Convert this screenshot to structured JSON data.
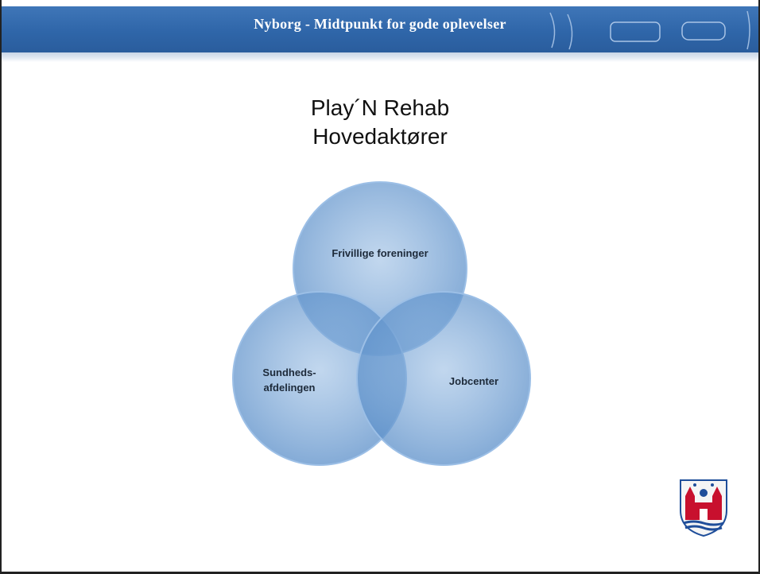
{
  "header": {
    "title": "Nyborg - Midtpunkt for gode oplevelser",
    "bar_color": "#2f66a9"
  },
  "slide": {
    "title_line1": "Play´N Rehab",
    "title_line2": "Hovedaktører"
  },
  "venn": {
    "circle_color": "#6b9bd1",
    "sets": [
      {
        "label_lines": [
          "Frivillige foreninger"
        ]
      },
      {
        "label_lines": [
          "Sundheds-",
          "afdelingen"
        ]
      },
      {
        "label_lines": [
          "Jobcenter"
        ]
      }
    ]
  },
  "crest": {
    "icon": "nyborg-coat-of-arms-icon",
    "colors": [
      "#c8102e",
      "#1f4e9a"
    ]
  }
}
